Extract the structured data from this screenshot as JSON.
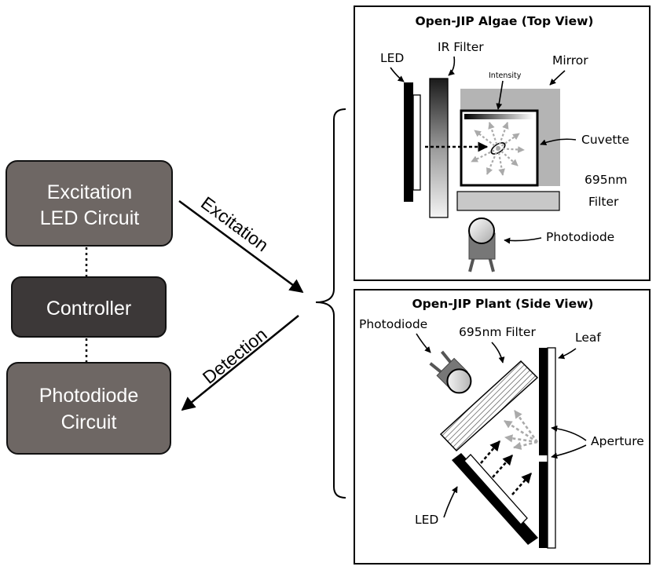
{
  "blocks": {
    "excitation": [
      "Excitation",
      "LED Circuit"
    ],
    "controller": "Controller",
    "photodiode": [
      "Photodiode",
      "Circuit"
    ]
  },
  "arrows": {
    "excitation": "Excitation",
    "detection": "Detection"
  },
  "algae_panel": {
    "title": "Open-JIP Algae (Top View)",
    "labels": {
      "led": "LED",
      "ir_filter": "IR Filter",
      "intensity": "Intensity",
      "mirror": "Mirror",
      "cuvette": "Cuvette",
      "filter_line1": "695nm",
      "filter_line2": "Filter",
      "photodiode": "Photodiode"
    }
  },
  "plant_panel": {
    "title": "Open-JIP Plant (Side View)",
    "labels": {
      "photodiode": "Photodiode",
      "filter": "695nm Filter",
      "leaf": "Leaf",
      "aperture": "Aperture",
      "led": "LED"
    }
  },
  "colors": {
    "block_fill": "#6e6764",
    "controller_fill": "#3c3838",
    "mirror_gray": "#b4b4b4",
    "light_arrow_gray": "#aaaaaa"
  }
}
